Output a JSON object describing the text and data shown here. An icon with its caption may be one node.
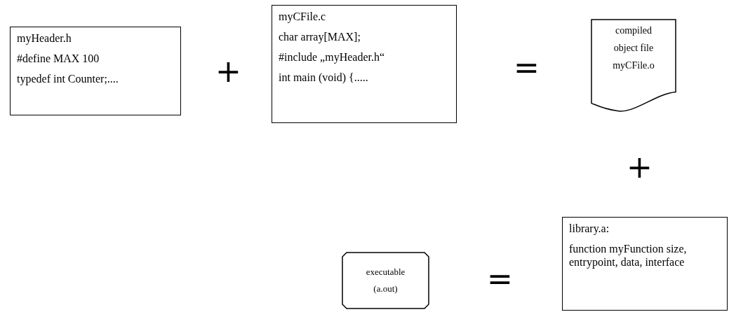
{
  "diagram": {
    "nodes": [
      {
        "text": [
          "myHeader.h",
          "#define MAX 100",
          "typedef int Counter;...."
        ]
      },
      {
        "text": [
          "myCFile.c",
          "char array[MAX];",
          "#include „myHeader.h“",
          "int main (void) {....."
        ]
      },
      {
        "text": [
          "compiled object file myCFile.o"
        ]
      },
      {
        "text": [
          "executable (a.out)"
        ]
      },
      {
        "text": [
          "library.a:",
          "function myFunction size, entrypoint, data, interface"
        ]
      }
    ],
    "edges": [],
    "labels": [
      "+",
      "=",
      "+",
      "="
    ]
  }
}
